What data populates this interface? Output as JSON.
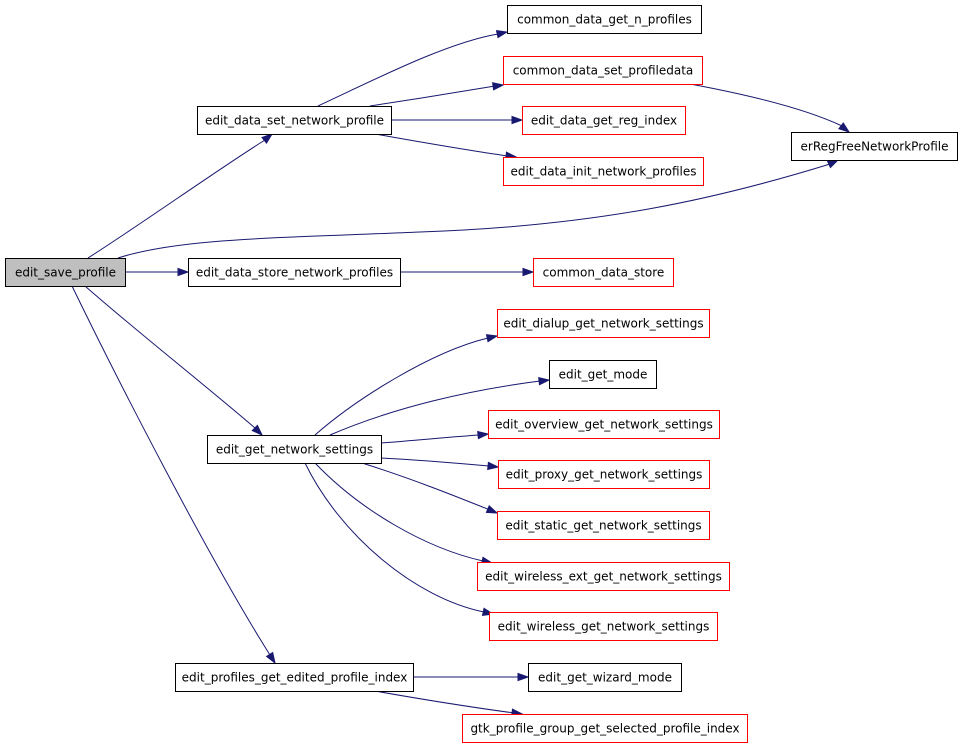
{
  "colors": {
    "edge": "#191970",
    "border_documented": "#000000",
    "border_undocumented": "#ff0000",
    "root_fill": "#bfbfbf",
    "fill": "#ffffff"
  },
  "nodes": [
    {
      "id": "edit_save_profile",
      "label": "edit_save_profile",
      "kind": "root"
    },
    {
      "id": "edit_data_set_network_profile",
      "label": "edit_data_set_network_profile",
      "kind": "documented"
    },
    {
      "id": "common_data_get_n_profiles",
      "label": "common_data_get_n_profiles",
      "kind": "documented"
    },
    {
      "id": "common_data_set_profiledata",
      "label": "common_data_set_profiledata",
      "kind": "undocumented"
    },
    {
      "id": "edit_data_get_reg_index",
      "label": "edit_data_get_reg_index",
      "kind": "undocumented"
    },
    {
      "id": "edit_data_init_network_profiles",
      "label": "edit_data_init_network_profiles",
      "kind": "undocumented"
    },
    {
      "id": "erRegFreeNetworkProfile",
      "label": "erRegFreeNetworkProfile",
      "kind": "documented"
    },
    {
      "id": "edit_data_store_network_profiles",
      "label": "edit_data_store_network_profiles",
      "kind": "documented"
    },
    {
      "id": "common_data_store",
      "label": "common_data_store",
      "kind": "undocumented"
    },
    {
      "id": "edit_get_network_settings",
      "label": "edit_get_network_settings",
      "kind": "documented"
    },
    {
      "id": "edit_dialup_get_network_settings",
      "label": "edit_dialup_get_network_settings",
      "kind": "undocumented"
    },
    {
      "id": "edit_get_mode",
      "label": "edit_get_mode",
      "kind": "documented"
    },
    {
      "id": "edit_overview_get_network_settings",
      "label": "edit_overview_get_network_settings",
      "kind": "undocumented"
    },
    {
      "id": "edit_proxy_get_network_settings",
      "label": "edit_proxy_get_network_settings",
      "kind": "undocumented"
    },
    {
      "id": "edit_static_get_network_settings",
      "label": "edit_static_get_network_settings",
      "kind": "undocumented"
    },
    {
      "id": "edit_wireless_ext_get_network_settings",
      "label": "edit_wireless_ext_get_network_settings",
      "kind": "undocumented"
    },
    {
      "id": "edit_wireless_get_network_settings",
      "label": "edit_wireless_get_network_settings",
      "kind": "undocumented"
    },
    {
      "id": "edit_profiles_get_edited_profile_index",
      "label": "edit_profiles_get_edited_profile_index",
      "kind": "documented"
    },
    {
      "id": "edit_get_wizard_mode",
      "label": "edit_get_wizard_mode",
      "kind": "documented"
    },
    {
      "id": "gtk_profile_group_get_selected_profile_index",
      "label": "gtk_profile_group_get_selected_profile_index",
      "kind": "undocumented"
    }
  ],
  "edges": [
    {
      "from": "edit_save_profile",
      "to": "edit_data_set_network_profile"
    },
    {
      "from": "edit_save_profile",
      "to": "erRegFreeNetworkProfile"
    },
    {
      "from": "edit_save_profile",
      "to": "edit_data_store_network_profiles"
    },
    {
      "from": "edit_save_profile",
      "to": "edit_get_network_settings"
    },
    {
      "from": "edit_save_profile",
      "to": "edit_profiles_get_edited_profile_index"
    },
    {
      "from": "edit_data_set_network_profile",
      "to": "common_data_get_n_profiles"
    },
    {
      "from": "edit_data_set_network_profile",
      "to": "common_data_set_profiledata"
    },
    {
      "from": "edit_data_set_network_profile",
      "to": "edit_data_get_reg_index"
    },
    {
      "from": "edit_data_set_network_profile",
      "to": "edit_data_init_network_profiles"
    },
    {
      "from": "common_data_set_profiledata",
      "to": "erRegFreeNetworkProfile"
    },
    {
      "from": "edit_data_store_network_profiles",
      "to": "common_data_store"
    },
    {
      "from": "edit_get_network_settings",
      "to": "edit_dialup_get_network_settings"
    },
    {
      "from": "edit_get_network_settings",
      "to": "edit_get_mode"
    },
    {
      "from": "edit_get_network_settings",
      "to": "edit_overview_get_network_settings"
    },
    {
      "from": "edit_get_network_settings",
      "to": "edit_proxy_get_network_settings"
    },
    {
      "from": "edit_get_network_settings",
      "to": "edit_static_get_network_settings"
    },
    {
      "from": "edit_get_network_settings",
      "to": "edit_wireless_ext_get_network_settings"
    },
    {
      "from": "edit_get_network_settings",
      "to": "edit_wireless_get_network_settings"
    },
    {
      "from": "edit_profiles_get_edited_profile_index",
      "to": "edit_get_wizard_mode"
    },
    {
      "from": "edit_profiles_get_edited_profile_index",
      "to": "gtk_profile_group_get_selected_profile_index"
    }
  ]
}
